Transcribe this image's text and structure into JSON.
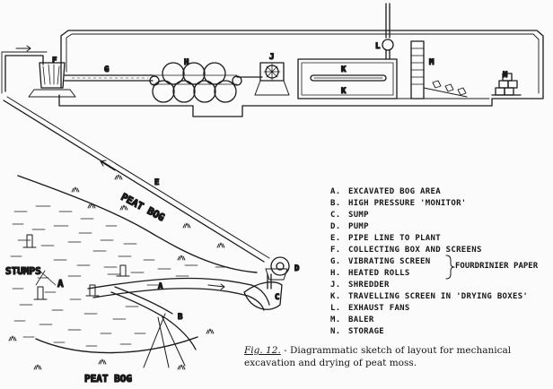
{
  "plant_labels": {
    "f": "F",
    "g": "G",
    "h": "H",
    "j": "J",
    "k_top": "K",
    "k_bottom": "K",
    "l": "L",
    "m": "M",
    "n": "N"
  },
  "bog_labels": {
    "e": "E",
    "d": "D",
    "c": "C",
    "b": "B",
    "a_main": "A",
    "a_small": "A",
    "stumps": "STUMPS",
    "peat_bog_top": "PEAT BOG",
    "peat_bog_bottom": "PEAT BOG"
  },
  "legend": [
    {
      "letter": "A.",
      "text": "EXCAVATED BOG AREA"
    },
    {
      "letter": "B.",
      "text": "HIGH PRESSURE 'MONITOR'"
    },
    {
      "letter": "C.",
      "text": "SUMP"
    },
    {
      "letter": "D.",
      "text": "PUMP"
    },
    {
      "letter": "E.",
      "text": "PIPE LINE TO PLANT"
    },
    {
      "letter": "F.",
      "text": "COLLECTING BOX AND SCREENS"
    },
    {
      "letter": "G.",
      "text": "VIBRATING SCREEN"
    },
    {
      "letter": "H.",
      "text": "HEATED ROLLS"
    },
    {
      "letter": "J.",
      "text": "SHREDDER"
    },
    {
      "letter": "K.",
      "text": "TRAVELLING SCREEN IN 'DRYING BOXES'"
    },
    {
      "letter": "L.",
      "text": "EXHAUST FANS"
    },
    {
      "letter": "M.",
      "text": "BALER"
    },
    {
      "letter": "N.",
      "text": "STORAGE"
    }
  ],
  "group_note": "FOURDRINIER PAPER",
  "caption": {
    "fig_number": "Fig. 12.",
    "text": " - Diagrammatic sketch of layout for mechanical excavation and drying of peat moss."
  }
}
